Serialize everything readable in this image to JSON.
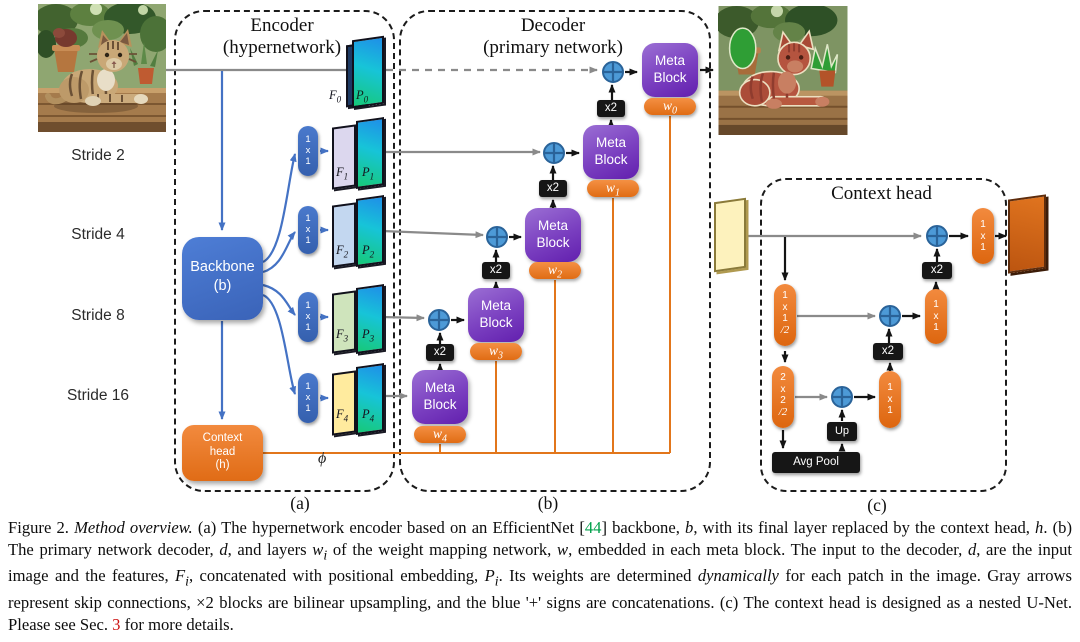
{
  "images": {
    "input": "photo of a tabby cat lying on a wooden table with plants",
    "output": "segmentation result: cat masked red, plants masked green"
  },
  "strides": [
    "Stride 2",
    "Stride 4",
    "Stride 8",
    "Stride 16"
  ],
  "encoder": {
    "title": [
      "Encoder",
      "(hypernetwork)"
    ],
    "backbone": [
      "Backbone",
      "(b)"
    ],
    "context_head": [
      "Context",
      "head",
      "(h)"
    ],
    "conv": [
      "1",
      "x",
      "1"
    ],
    "phi": "ϕ",
    "section": "(a)",
    "features": [
      {
        "f": "F",
        "fs": "0",
        "p": "P",
        "ps": "0"
      },
      {
        "f": "F",
        "fs": "1",
        "p": "P",
        "ps": "1"
      },
      {
        "f": "F",
        "fs": "2",
        "p": "P",
        "ps": "2"
      },
      {
        "f": "F",
        "fs": "3",
        "p": "P",
        "ps": "3"
      },
      {
        "f": "F",
        "fs": "4",
        "p": "P",
        "ps": "4"
      }
    ]
  },
  "decoder": {
    "title": [
      "Decoder",
      "(primary network)"
    ],
    "meta_block": [
      "Meta",
      "Block"
    ],
    "x2": "x2",
    "weights": [
      {
        "b": "w",
        "s": "0"
      },
      {
        "b": "w",
        "s": "1"
      },
      {
        "b": "w",
        "s": "2"
      },
      {
        "b": "w",
        "s": "3"
      },
      {
        "b": "w",
        "s": "4"
      }
    ],
    "section": "(b)"
  },
  "context_head": {
    "title": "Context head",
    "x2": "x2",
    "up": "Up",
    "avg_pool": "Avg Pool",
    "pill_1x1_s2": [
      "1",
      "x",
      "1",
      "/2"
    ],
    "pill_2x2_s2": [
      "2",
      "x",
      "2",
      "/2"
    ],
    "pill_1x1": [
      "1",
      "x",
      "1"
    ],
    "section": "(c)"
  },
  "caption": {
    "segments": [
      {
        "t": "Figure 2. "
      },
      {
        "t": "Method overview.",
        "s": "italic"
      },
      {
        "t": " (a) The hypernetwork encoder based on an EfficientNet ["
      },
      {
        "t": "44",
        "s": "green"
      },
      {
        "t": "] backbone, "
      },
      {
        "t": "b",
        "s": "italic"
      },
      {
        "t": ", with its final layer replaced by the context head, "
      },
      {
        "t": "h",
        "s": "italic"
      },
      {
        "t": ". (b) The primary network decoder, "
      },
      {
        "t": "d",
        "s": "italic"
      },
      {
        "t": ", and layers "
      },
      {
        "t": "w",
        "s": "italic"
      },
      {
        "t": "i",
        "s": "italic",
        "sub": true
      },
      {
        "t": " of the weight mapping network, "
      },
      {
        "t": "w",
        "s": "italic"
      },
      {
        "t": ", embedded in each meta block. The input to the decoder, "
      },
      {
        "t": "d",
        "s": "italic"
      },
      {
        "t": ", are the input image and the features, "
      },
      {
        "t": "F",
        "s": "italic"
      },
      {
        "t": "i",
        "s": "italic",
        "sub": true
      },
      {
        "t": ", concatenated with positional embedding, "
      },
      {
        "t": "P",
        "s": "italic"
      },
      {
        "t": "i",
        "s": "italic",
        "sub": true
      },
      {
        "t": ". Its weights are determined "
      },
      {
        "t": "dynamically",
        "s": "italic"
      },
      {
        "t": " for each patch in the image.  Gray arrows represent skip connections, ×2 blocks are bilinear upsampling, and the blue '+' signs are concatenations. (c) The context head is designed as a nested U-Net. Please see Sec. "
      },
      {
        "t": "3",
        "s": "red"
      },
      {
        "t": " for more details."
      }
    ]
  }
}
